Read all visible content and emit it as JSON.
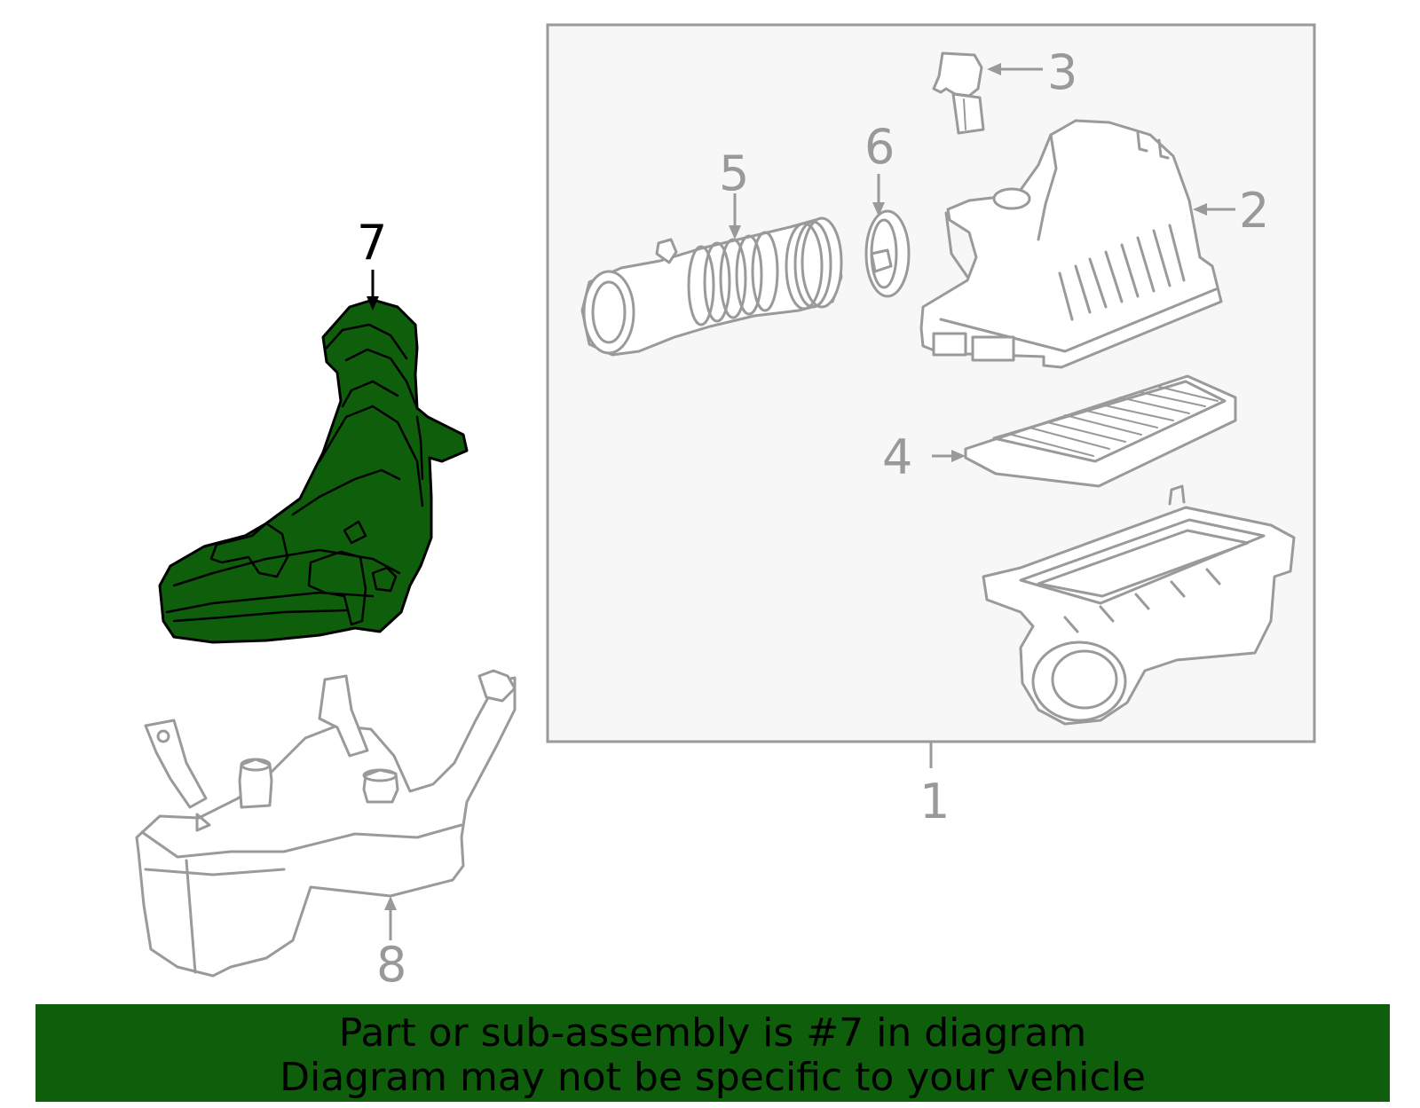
{
  "callouts": {
    "c1": "1",
    "c2": "2",
    "c3": "3",
    "c4": "4",
    "c5": "5",
    "c6": "6",
    "c7": "7",
    "c8": "8"
  },
  "banner": {
    "line1": "Part or sub-assembly is #7 in diagram",
    "line2": "Diagram may not be specific to your vehicle"
  },
  "colors": {
    "highlight": "#0f5e0c",
    "outline": "#9a9a9a",
    "callout_grey": "#999999",
    "box_fill": "#f7f7f7"
  }
}
